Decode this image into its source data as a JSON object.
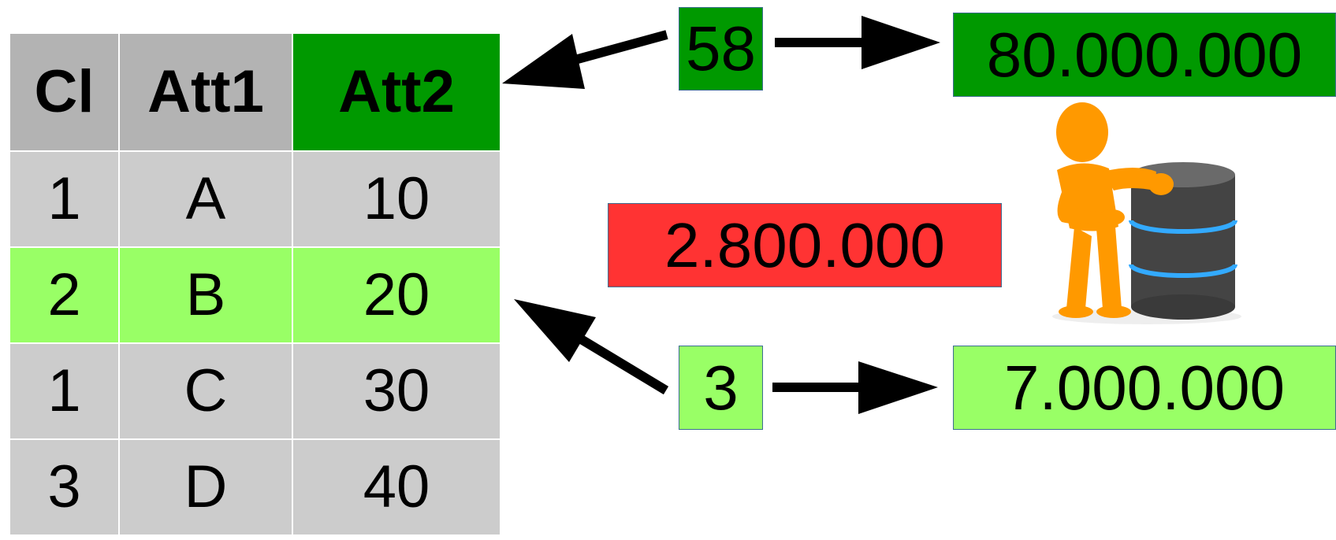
{
  "table": {
    "headers": [
      "Cl",
      "Att1",
      "Att2"
    ],
    "rows": [
      [
        "1",
        "A",
        "10"
      ],
      [
        "2",
        "B",
        "20"
      ],
      [
        "1",
        "C",
        "30"
      ],
      [
        "3",
        "D",
        "40"
      ]
    ],
    "highlighted_row": 1,
    "highlighted_column": 2
  },
  "boxes": {
    "top_count": "58",
    "top_total": "80.000.000",
    "middle_total": "2.800.000",
    "bottom_count": "3",
    "bottom_total": "7.000.000"
  },
  "colors": {
    "dark_green": "#009900",
    "light_green": "#99ff66",
    "red": "#ff3333",
    "header_gray": "#b3b3b3",
    "cell_gray": "#cccccc",
    "figure_orange": "#ff9900",
    "database_gray": "#444444",
    "database_ring": "#33aaff"
  },
  "icons": [
    "arrow-icon",
    "person-with-database-icon"
  ]
}
